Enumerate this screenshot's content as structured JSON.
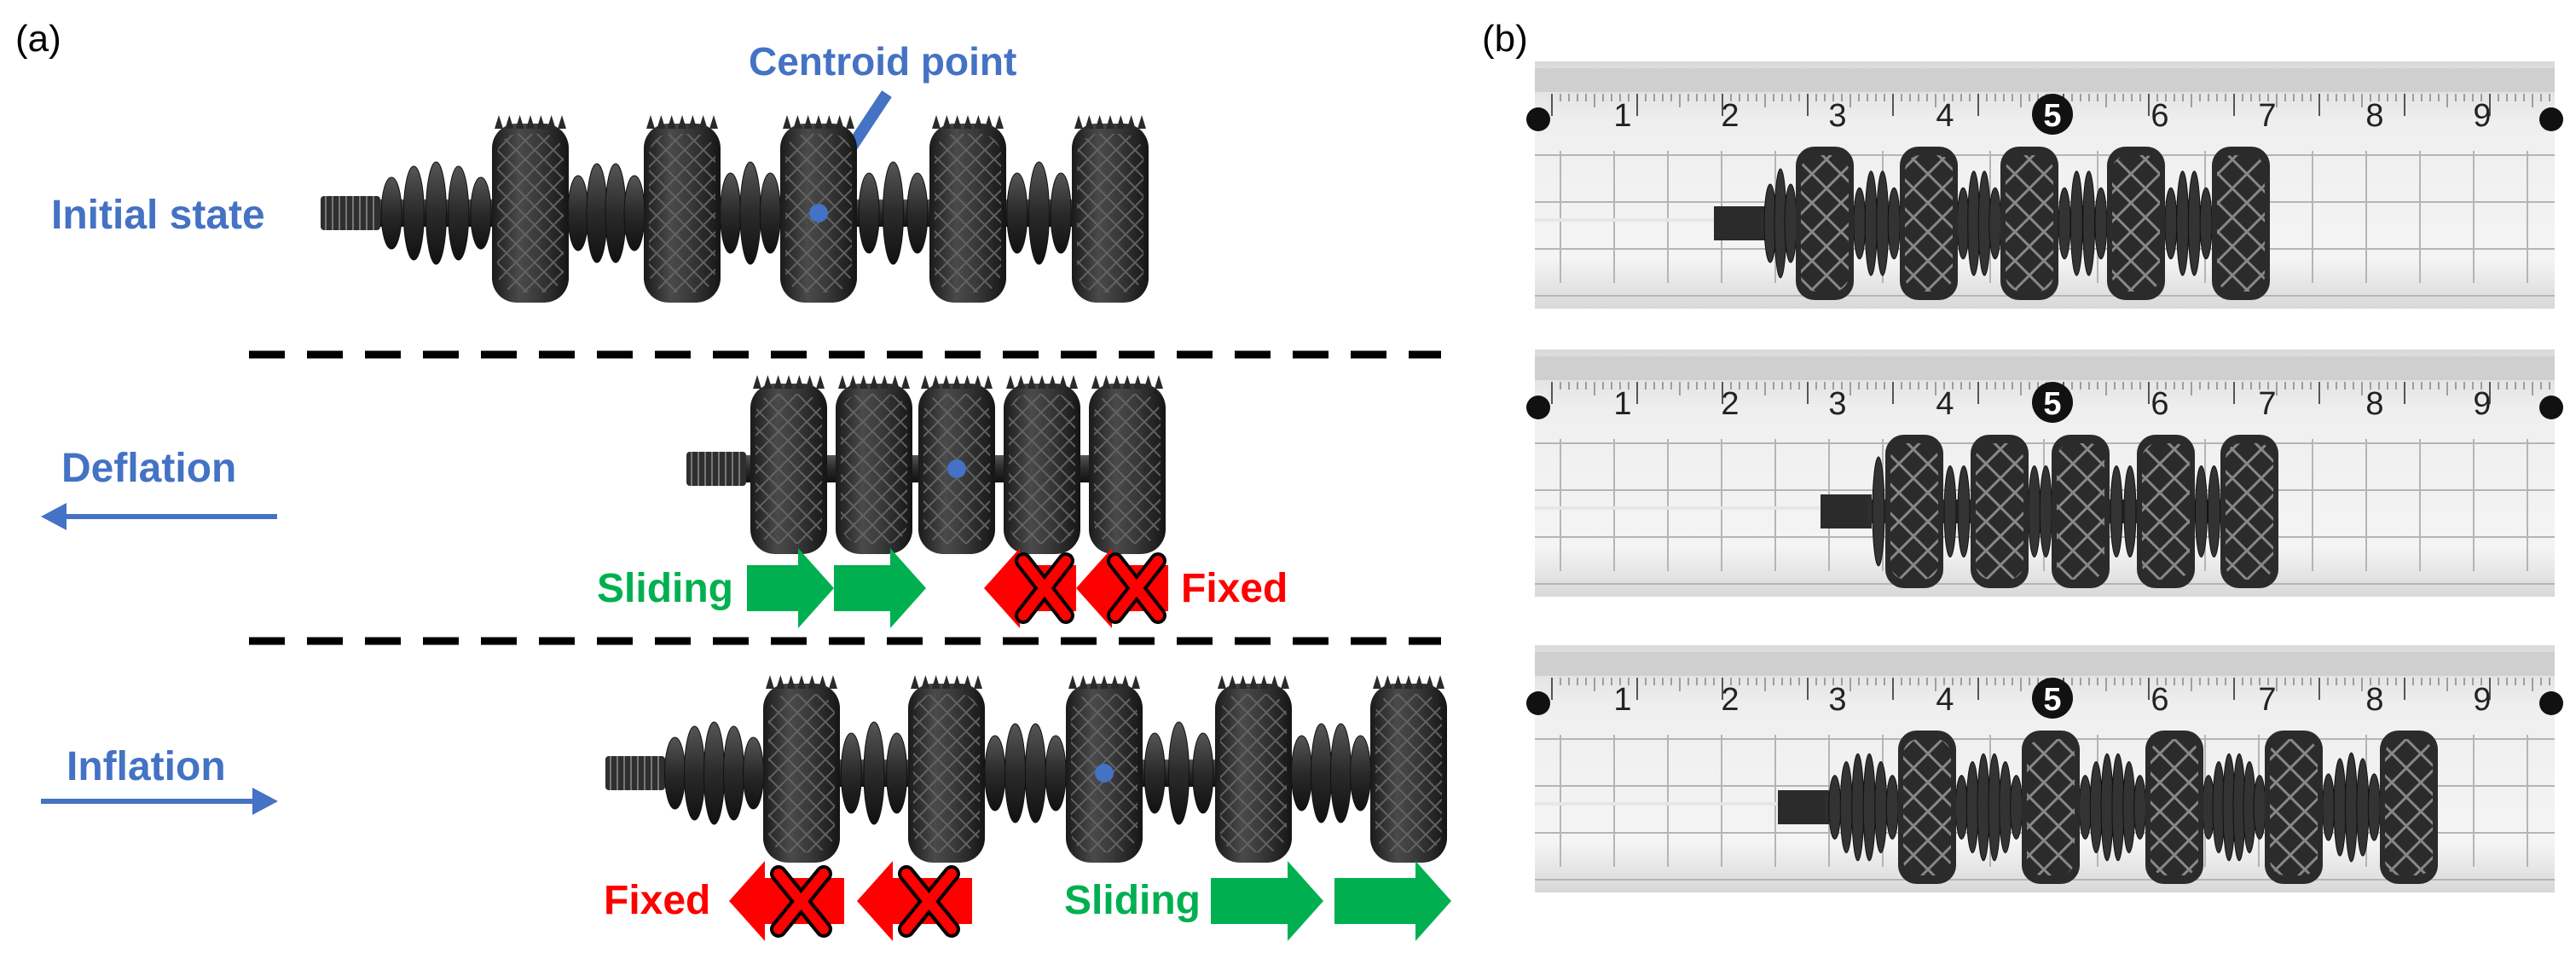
{
  "panel_a": {
    "label": "(a)",
    "centroid_label": "Centroid point",
    "states": [
      {
        "name": "Initial state"
      },
      {
        "name": "Deflation",
        "sliding_label": "Sliding",
        "fixed_label": "Fixed"
      },
      {
        "name": "Inflation",
        "fixed_label": "Fixed",
        "sliding_label": "Sliding"
      }
    ]
  },
  "panel_b": {
    "label": "(b)",
    "ruler_numbers": [
      "1",
      "2",
      "3",
      "4",
      "5",
      "6",
      "7",
      "8",
      "9"
    ]
  },
  "colors": {
    "state_text": "#4472C4",
    "centroid": "#4472C4",
    "sliding": "#00B050",
    "fixed": "#FF0000",
    "robot": "#2a2a2a",
    "dash": "#000000"
  },
  "icons": [
    "centroid-arrow-icon",
    "left-arrow-icon",
    "right-arrow-icon",
    "green-arrow-icon",
    "red-cross-arrow-icon"
  ]
}
